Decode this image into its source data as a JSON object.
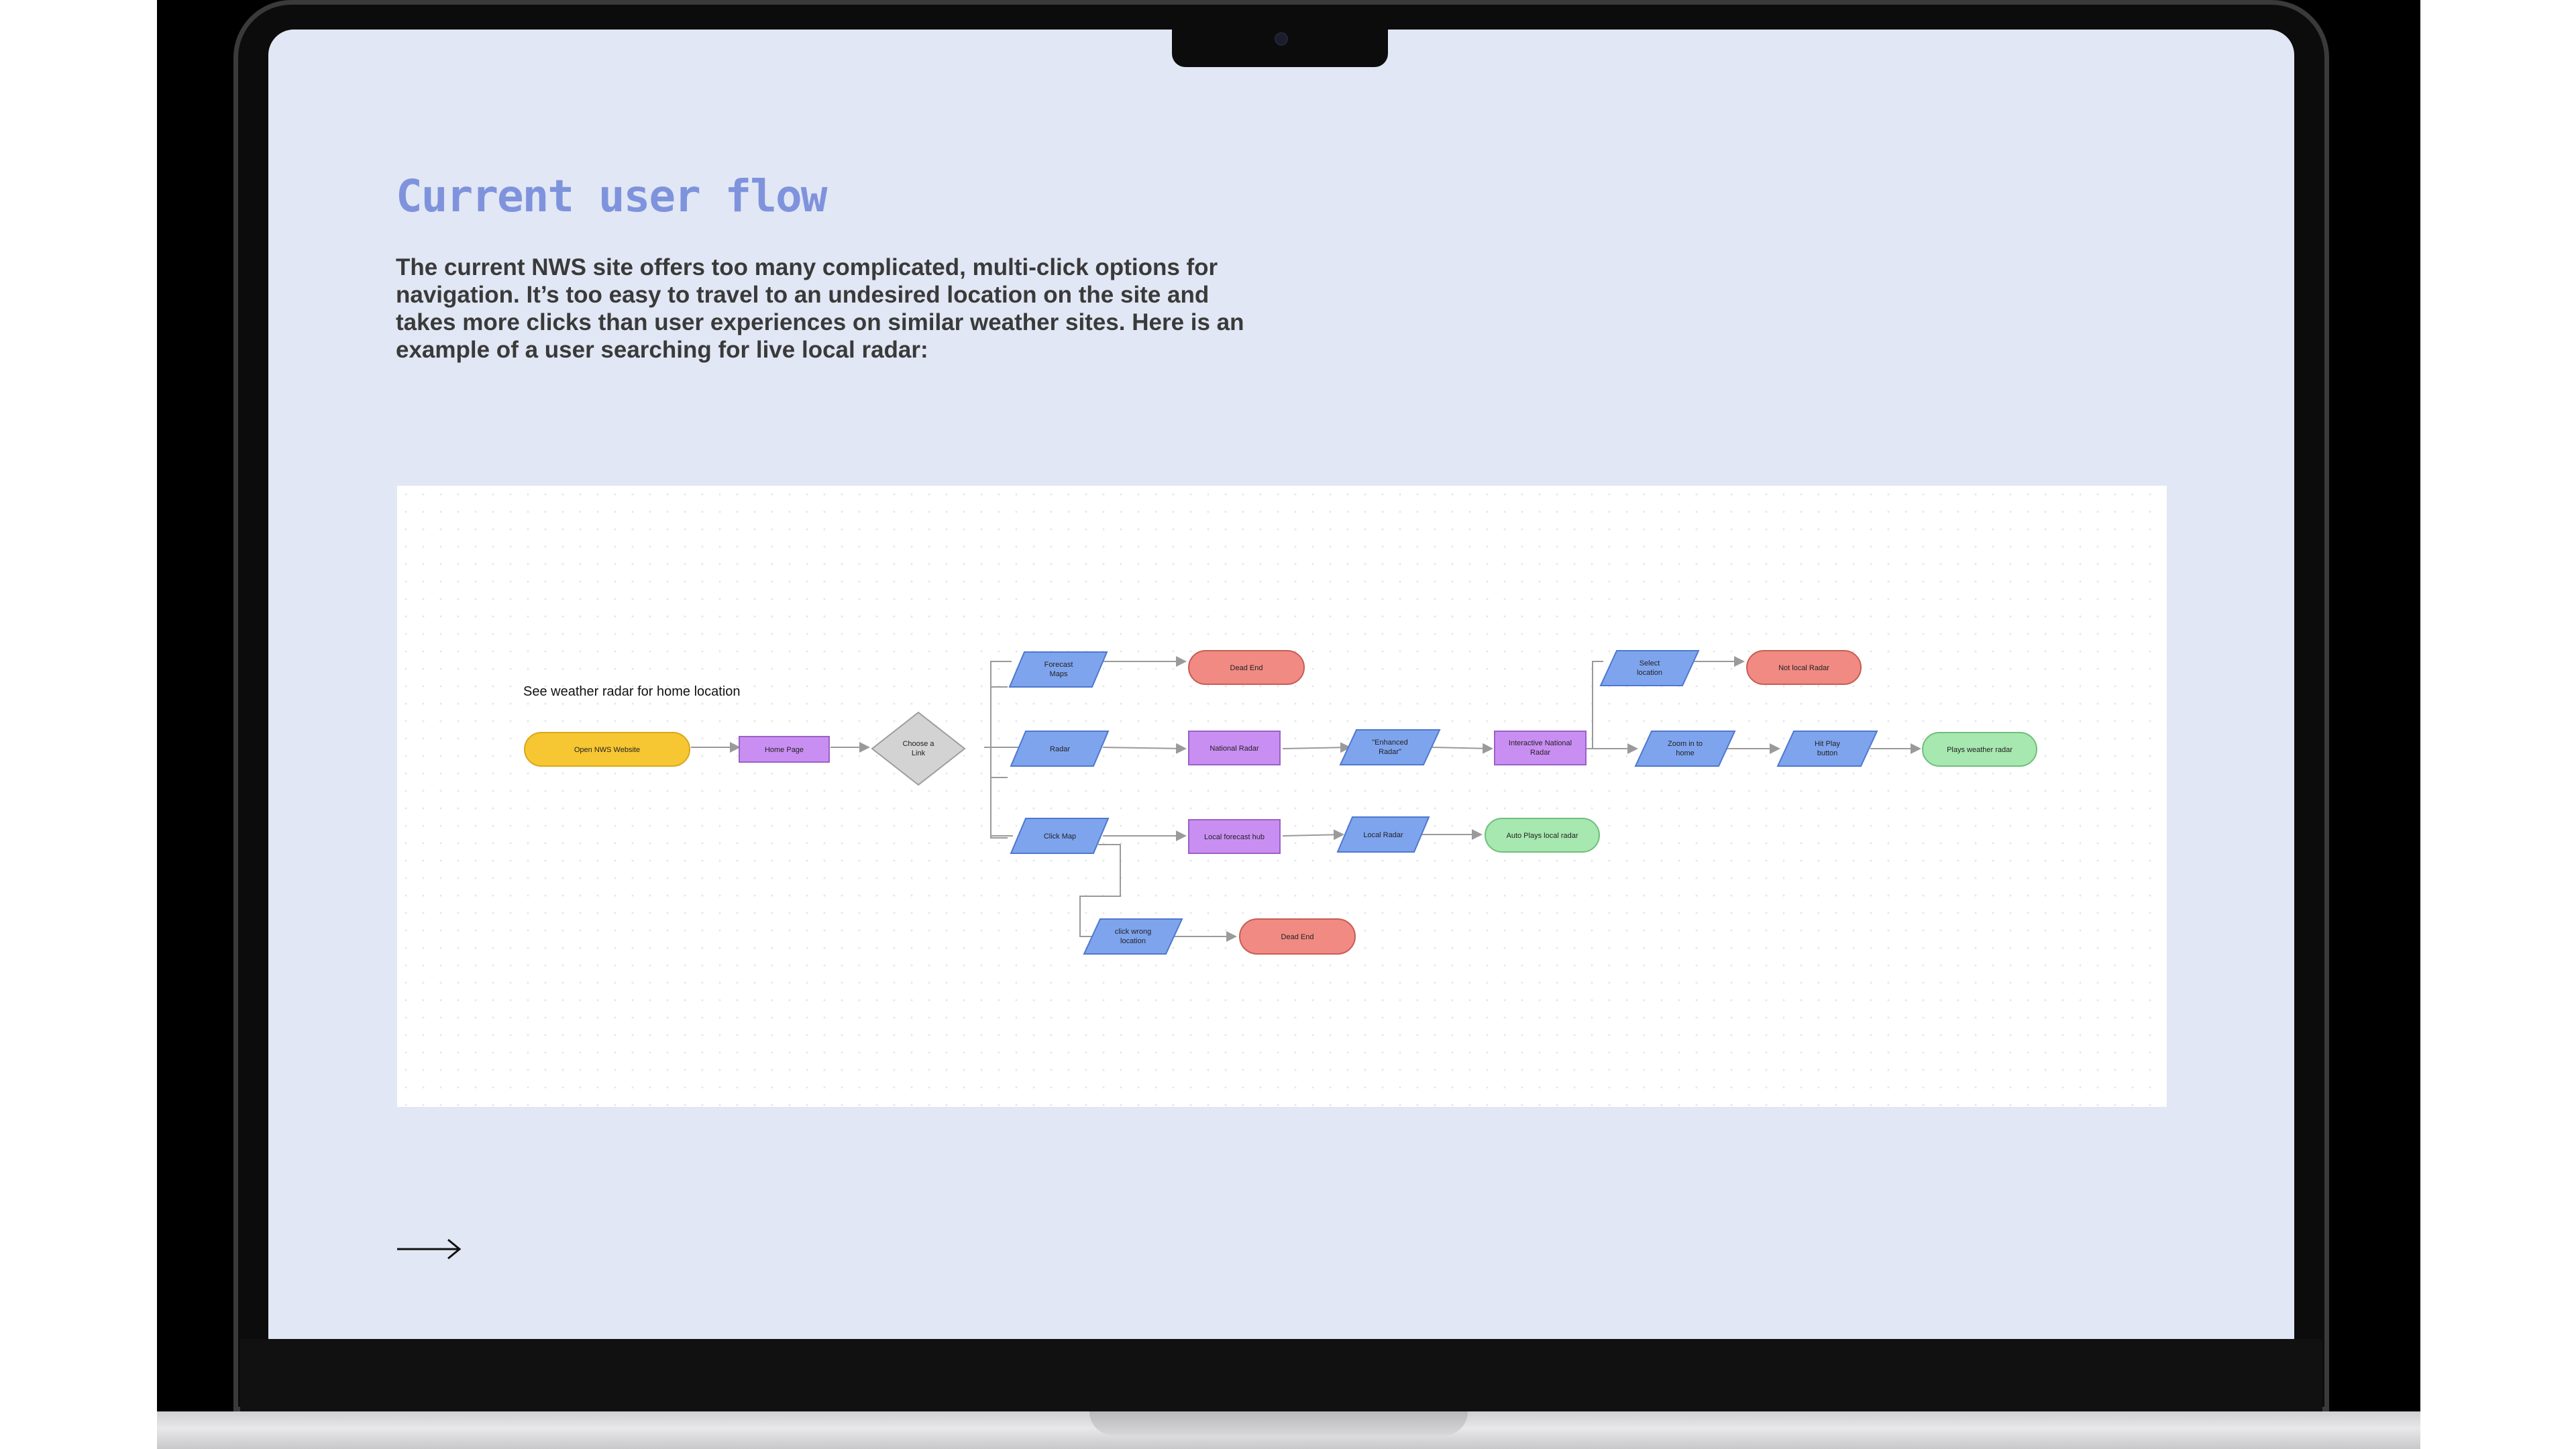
{
  "slide": {
    "title": "Current user flow",
    "description": "The current NWS site offers too many complicated, multi-click options for navigation. It’s too easy to travel to an undesired location on the site and takes more clicks than user experiences on similar weather sites. Here is an example of a user searching for live local radar:"
  },
  "flowchart": {
    "heading": "See weather radar for home location",
    "colors": {
      "terminal_start": "#f6c633",
      "process": "#c98ef2",
      "decision": "#d3d3d3",
      "input": "#7fa4ee",
      "dead_end": "#f08a82",
      "success": "#a7e7b0"
    },
    "nodes": {
      "open": "Open NWS Website",
      "home": "Home Page",
      "choose_l1": "Choose a",
      "choose_l2": "Link",
      "forecast_l1": "Forecast",
      "forecast_l2": "Maps",
      "dead1": "Dead End",
      "radar": "Radar",
      "national": "National Radar",
      "enhanced_l1": "\"Enhanced",
      "enhanced_l2": "Radar\"",
      "interactive_l1": "Interactive National",
      "interactive_l2": "Radar",
      "select_l1": "Select",
      "select_l2": "location",
      "notlocal": "Not local Radar",
      "zoom_l1": "Zoom in to",
      "zoom_l2": "home",
      "play_l1": "Hit Play",
      "play_l2": "button",
      "plays": "Plays weather radar",
      "clickmap": "Click Map",
      "hub": "Local forecast hub",
      "localradar": "Local Radar",
      "auto": "Auto Plays local radar",
      "wrong_l1": "click wrong",
      "wrong_l2": "location",
      "dead2": "Dead End"
    }
  },
  "nav": {
    "next_icon": "arrow-right-icon"
  }
}
